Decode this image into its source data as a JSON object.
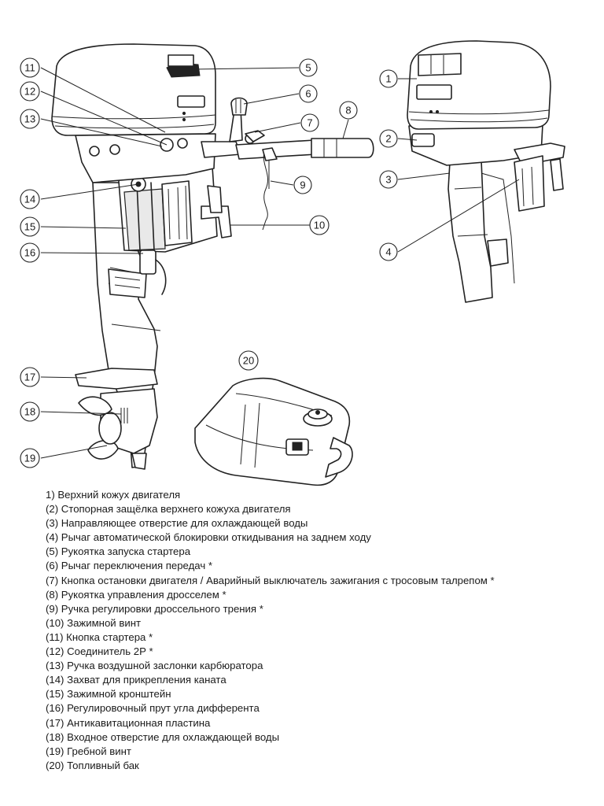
{
  "callouts": [
    {
      "n": "1",
      "label": "1"
    },
    {
      "n": "2",
      "label": "2"
    },
    {
      "n": "3",
      "label": "3"
    },
    {
      "n": "4",
      "label": "4"
    },
    {
      "n": "5",
      "label": "5"
    },
    {
      "n": "6",
      "label": "6"
    },
    {
      "n": "7",
      "label": "7"
    },
    {
      "n": "8",
      "label": "8"
    },
    {
      "n": "9",
      "label": "9"
    },
    {
      "n": "10",
      "label": "10"
    },
    {
      "n": "11",
      "label": "11"
    },
    {
      "n": "12",
      "label": "12"
    },
    {
      "n": "13",
      "label": "13"
    },
    {
      "n": "14",
      "label": "14"
    },
    {
      "n": "15",
      "label": "15"
    },
    {
      "n": "16",
      "label": "16"
    },
    {
      "n": "17",
      "label": "17"
    },
    {
      "n": "18",
      "label": "18"
    },
    {
      "n": "19",
      "label": "19"
    },
    {
      "n": "20",
      "label": "20"
    }
  ],
  "legend": [
    "1) Верхний кожух двигателя",
    "(2) Стопорная защёлка верхнего кожуха двигателя",
    "(3) Направляющее отверстие для охлаждающей воды",
    "(4) Рычаг автоматической блокировки откидывания на заднем ходу",
    "(5) Рукоятка запуска стартера",
    "(6) Рычаг переключения передач *",
    "(7) Кнопка остановки двигателя / Аварийный выключатель зажигания с тросовым талрепом *",
    "(8) Рукоятка управления дросселем *",
    "(9) Ручка регулировки дроссельного трения *",
    "(10) Зажимной винт",
    "(11) Кнопка стартера *",
    "(12) Соединитель 2Р *",
    "(13) Ручка воздушной заслонки карбюратора",
    "(14) Захват для прикрепления каната",
    "(15) Зажимной кронштейн",
    "(16) Регулировочный прут угла дифферента",
    "(17) Антикавитационная пластина",
    "(18) Входное отверстие для охлаждающей воды",
    "(19) Гребной винт",
    "(20) Топливный бак"
  ]
}
